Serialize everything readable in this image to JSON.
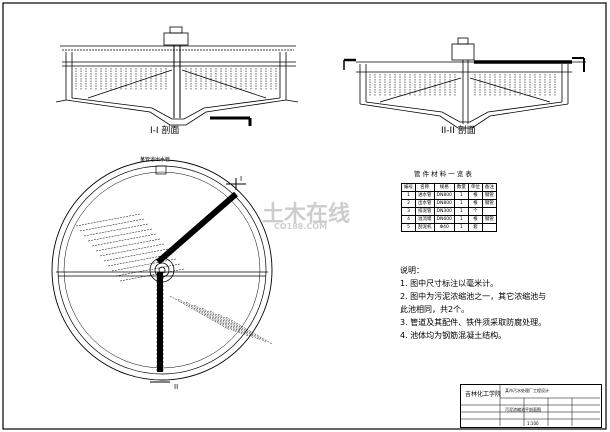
{
  "sections": {
    "section_1_label": "I-I 剖面",
    "section_2_label": "II-II 剖面"
  },
  "plan": {
    "cut_mark_1": "I",
    "cut_mark_2": "II",
    "inlet_note": "某管道出水管"
  },
  "materials": {
    "title": "管 件 材 料 一 览 表",
    "headers": [
      "编号",
      "名称",
      "规格",
      "数量",
      "单位",
      "备注"
    ],
    "rows": [
      [
        "1",
        "进水管",
        "DN800",
        "1",
        "根",
        "钢管"
      ],
      [
        "2",
        "出水管",
        "DN800",
        "1",
        "根",
        "钢管"
      ],
      [
        "3",
        "排泥管",
        "DN300",
        "1",
        "个",
        ""
      ],
      [
        "4",
        "溢流堰",
        "DN600",
        "1",
        "根",
        "钢管"
      ],
      [
        "5",
        "刮泥机",
        "Φ40",
        "1",
        "套",
        ""
      ]
    ]
  },
  "notes": {
    "heading": "说明：",
    "items": [
      "1. 图中尺寸标注以毫米计。",
      "2. 图中为污泥浓缩池之一，其它浓缩池与",
      "   此池相同，共2个。",
      "3. 管道及其配件、铁件须采取防腐处理。",
      "4. 池体均为钢筋混凝土结构。"
    ]
  },
  "watermark": {
    "main": "土木在线",
    "sub": "CO188.COM"
  },
  "title_block": {
    "school": "吉林化工学院",
    "project": "某市污水处理厂工程设计",
    "drawing": "污泥浓缩池平剖面图",
    "scale": "1:100"
  }
}
